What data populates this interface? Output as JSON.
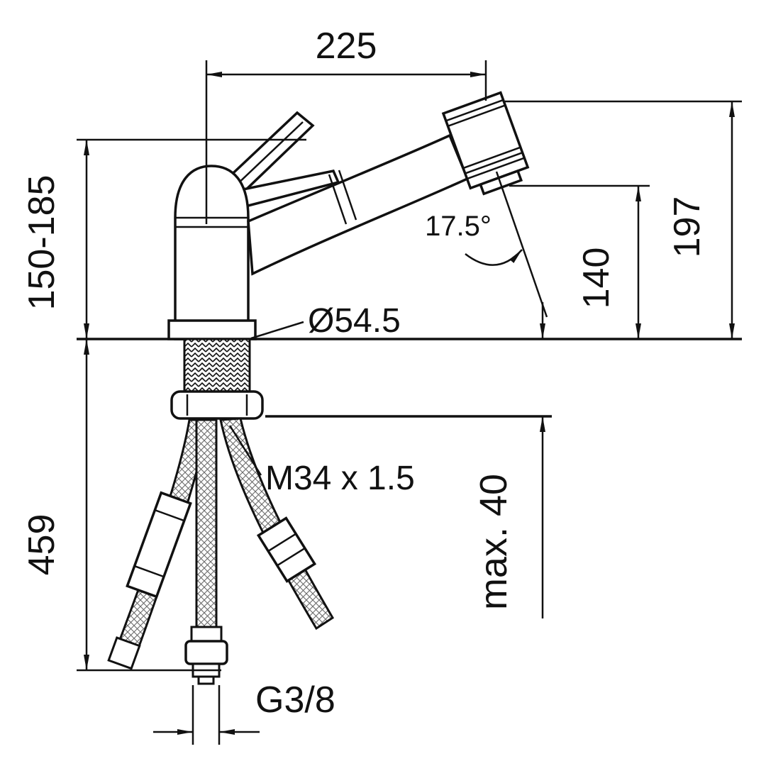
{
  "drawing": {
    "background": "#ffffff",
    "line_color": "#111111",
    "dimensions": {
      "top_width": "225",
      "height_range": "150-185",
      "overall_height": "197",
      "outlet_height": "140",
      "spray_angle": "17.5°",
      "base_diameter": "Ø54.5",
      "mounting_thread": "M34 x 1.5",
      "hose_length": "459",
      "max_counter_thickness": "max. 40",
      "supply_connection": "G3/8"
    }
  }
}
